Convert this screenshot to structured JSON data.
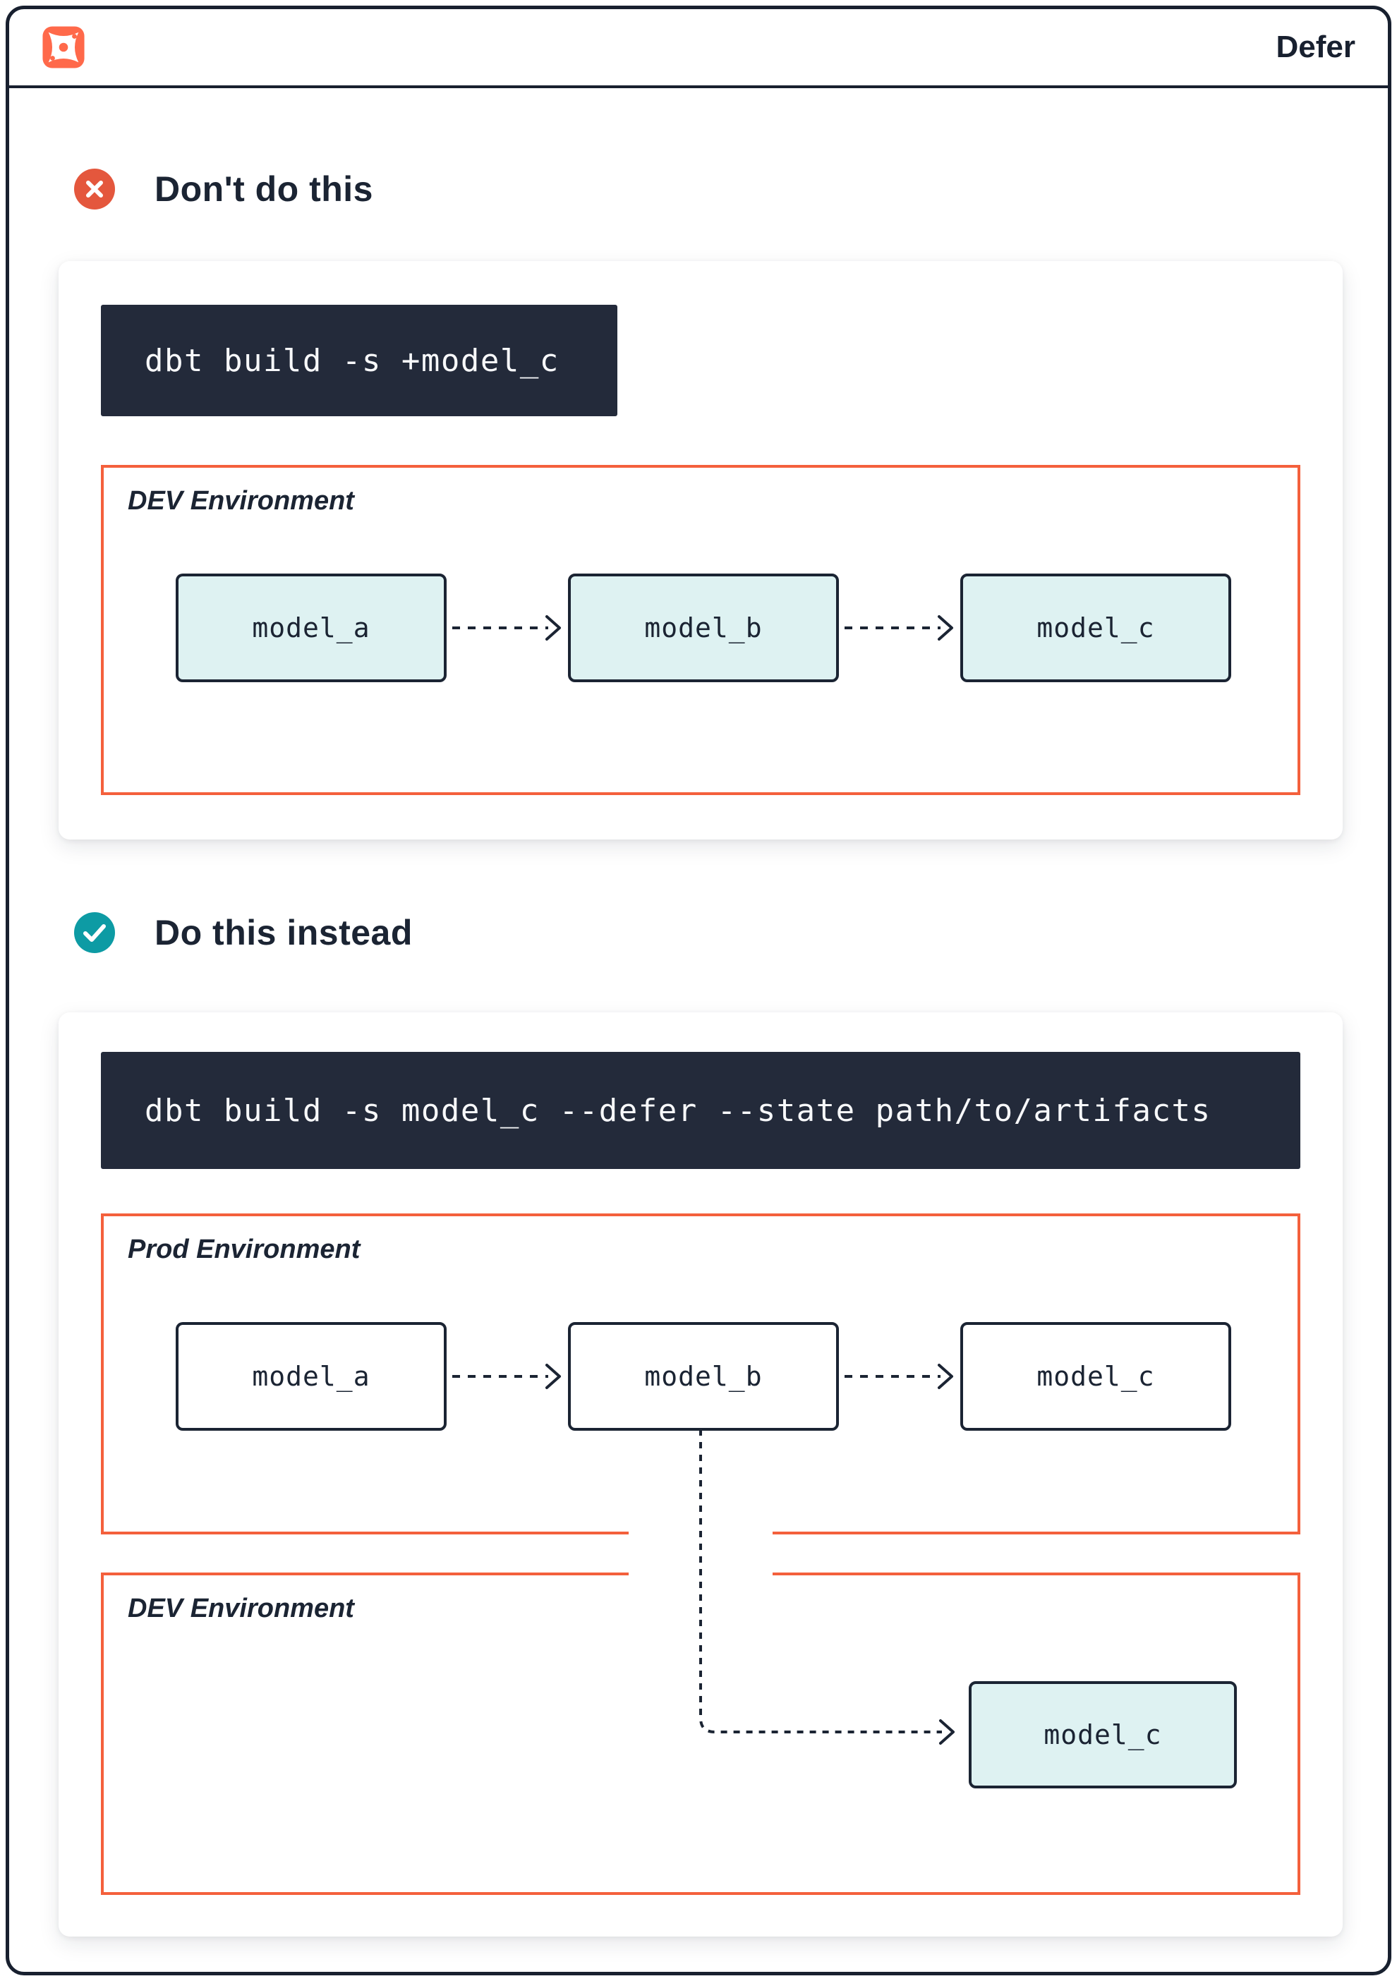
{
  "header": {
    "title": "Defer"
  },
  "sections": {
    "dont": {
      "heading": "Don't do this",
      "command": "dbt build -s +model_c",
      "environment": {
        "label": "DEV Environment",
        "models": [
          "model_a",
          "model_b",
          "model_c"
        ]
      }
    },
    "do": {
      "heading": "Do this instead",
      "command": "dbt build -s model_c --defer --state path/to/artifacts",
      "prod_environment": {
        "label": "Prod Environment",
        "models": [
          "model_a",
          "model_b",
          "model_c"
        ]
      },
      "dev_environment": {
        "label": "DEV Environment",
        "models": [
          "model_c"
        ]
      }
    }
  },
  "colors": {
    "navy": "#1B2433",
    "frame_border": "#18202F",
    "logo_orange": "#FF694A",
    "env_border_orange": "#F4603C",
    "error_red": "#E4573D",
    "success_teal": "#0D9BA4",
    "model_teal_fill": "#DEF2F2",
    "code_background": "#232A3A"
  }
}
